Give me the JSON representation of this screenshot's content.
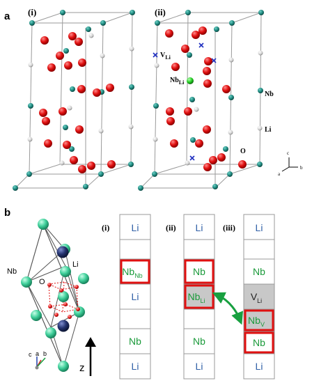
{
  "panel_a": {
    "label": "a",
    "sub_i": "(i)",
    "sub_ii": "(ii)",
    "vli_main": "V",
    "vli_sub": "Li",
    "nbli_main": "Nb",
    "nbli_sub": "Li",
    "nb": "Nb",
    "li": "Li",
    "o": "O",
    "axis_c": "c",
    "axis_a": "a",
    "axis_b": "b"
  },
  "panel_b": {
    "label": "b",
    "struct_nb": "Nb",
    "struct_li": "Li",
    "struct_o": "O",
    "axis_c": "c",
    "axis_a": "a",
    "axis_b": "b",
    "z": "z",
    "columns": [
      {
        "title": "(i)",
        "cells": [
          {
            "main": "Li",
            "sub": "",
            "color": "#2f5fa6"
          },
          {
            "main": "",
            "sub": "",
            "color": "#2f5fa6"
          },
          {
            "main": "Nb",
            "sub": "Nb",
            "color": "#1a9a3a"
          },
          {
            "main": "Li",
            "sub": "",
            "color": "#2f5fa6"
          },
          {
            "main": "",
            "sub": "",
            "color": "#2f5fa6"
          },
          {
            "main": "Nb",
            "sub": "",
            "color": "#1a9a3a"
          },
          {
            "main": "Li",
            "sub": "",
            "color": "#2f5fa6"
          }
        ]
      },
      {
        "title": "(ii)",
        "cells": [
          {
            "main": "Li",
            "sub": "",
            "color": "#2f5fa6"
          },
          {
            "main": "",
            "sub": "",
            "color": "#2f5fa6"
          },
          {
            "main": "Nb",
            "sub": "",
            "color": "#1a9a3a"
          },
          {
            "main": "Nb",
            "sub": "Li",
            "color": "#1a9a3a"
          },
          {
            "main": "",
            "sub": "",
            "color": "#2f5fa6"
          },
          {
            "main": "Nb",
            "sub": "",
            "color": "#1a9a3a"
          },
          {
            "main": "Li",
            "sub": "",
            "color": "#2f5fa6"
          }
        ]
      },
      {
        "title": "(iii)",
        "cells": [
          {
            "main": "Li",
            "sub": "",
            "color": "#2f5fa6"
          },
          {
            "main": "",
            "sub": "",
            "color": "#2f5fa6"
          },
          {
            "main": "Nb",
            "sub": "",
            "color": "#1a9a3a"
          },
          {
            "main": "V",
            "sub": "Li",
            "color": "#222222"
          },
          {
            "main": "Nb",
            "sub": "V",
            "color": "#1a9a3a"
          },
          {
            "main": "Nb",
            "sub": "",
            "color": "#1a9a3a"
          },
          {
            "main": "Li",
            "sub": "",
            "color": "#2f5fa6"
          }
        ]
      }
    ]
  },
  "colors": {
    "oxygen": "#e01010",
    "niobium_teal": "#1f8a80",
    "lithium_white": "#d8d8d8",
    "highlight": "#e01010",
    "vacancy_fill": "#c8c8c8",
    "nb_sphere": "#3fcf9a",
    "li_sphere": "#24336f",
    "nb_li_green": "#22cc22",
    "vacancy_cross": "#1f2fbf",
    "arrow_green": "#18a040"
  }
}
